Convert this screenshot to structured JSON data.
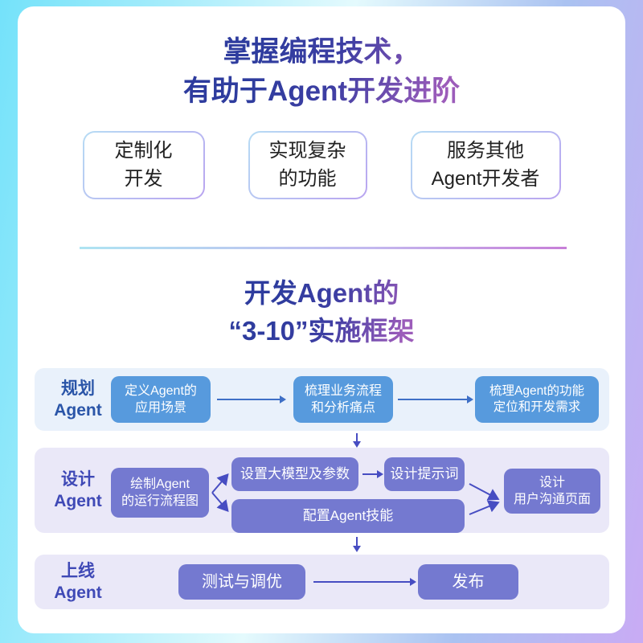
{
  "colors": {
    "bg_gradient_left": "#74e2fa",
    "bg_gradient_mid": "#e4fafd",
    "bg_gradient_right": "#c9abf4",
    "card_bg": "#ffffff",
    "title_gradient_start": "#2e3c9e",
    "title_gradient_end": "#9c5cba",
    "pill_border_start": "#b7dcf4",
    "pill_border_end": "#b9a4f0",
    "plan_row_bg": "#e9f1fb",
    "design_row_bg": "#eae8f8",
    "plan_node": "#579add",
    "design_node": "#7479d0",
    "plan_label": "#2a55a8",
    "design_label": "#3f49b6",
    "arrow_blue": "#3e6fc6",
    "arrow_indigo": "#474dc2"
  },
  "header": {
    "title_line1": "掌握编程技术，",
    "title_line2": "有助于Agent开发进阶",
    "benefits": [
      {
        "line1": "定制化",
        "line2": "开发"
      },
      {
        "line1": "实现复杂",
        "line2": "的功能"
      },
      {
        "line1": "服务其他",
        "line2": "Agent开发者"
      }
    ]
  },
  "framework": {
    "title_line1": "开发Agent的",
    "title_line2": "“3-10”实施框架",
    "plan": {
      "label_line1": "规划",
      "label_line2": "Agent",
      "step1_line1": "定义Agent的",
      "step1_line2": "应用场景",
      "step2_line1": "梳理业务流程",
      "step2_line2": "和分析痛点",
      "step3_line1": "梳理Agent的功能",
      "step3_line2": "定位和开发需求"
    },
    "design": {
      "label_line1": "设计",
      "label_line2": "Agent",
      "flowchart_line1": "绘制Agent",
      "flowchart_line2": "的运行流程图",
      "model": "设置大模型及参数",
      "prompt": "设计提示词",
      "skill": "配置Agent技能",
      "ui_line1": "设计",
      "ui_line2": "用户沟通页面"
    },
    "launch": {
      "label_line1": "上线",
      "label_line2": "Agent",
      "test": "测试与调优",
      "publish": "发布"
    }
  }
}
